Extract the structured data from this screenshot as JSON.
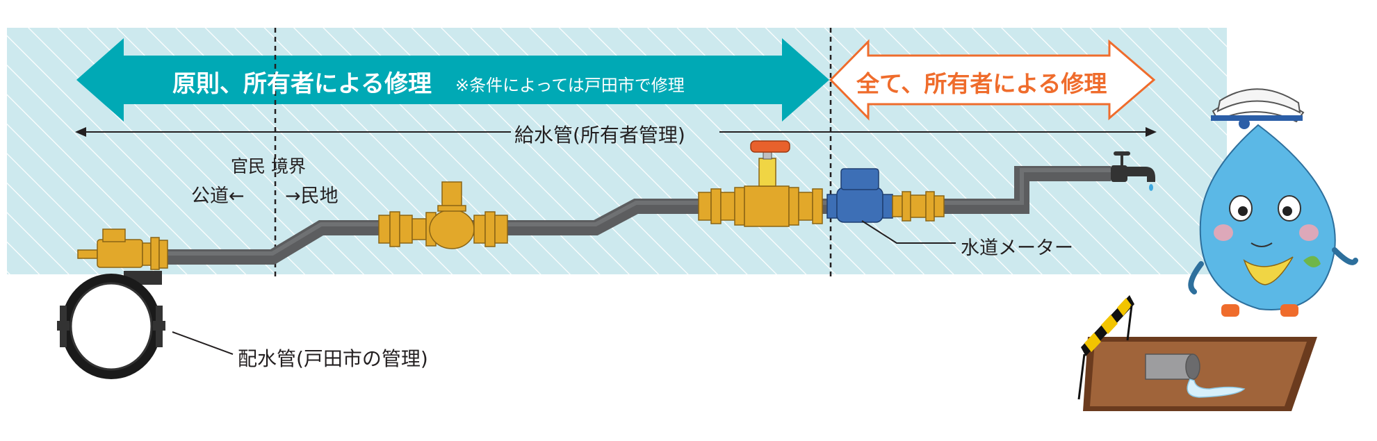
{
  "left_arrow": {
    "main": "原則、所有者による修理",
    "note": "※条件によっては戸田市で修理",
    "color": "#00a9b5"
  },
  "right_arrow": {
    "main": "全て、所有者による修理",
    "color": "#ef6c2c"
  },
  "supply_pipe_label": "給水管(所有者管理)",
  "boundary": {
    "title": "官民 境界",
    "left": "公道←",
    "right": "→民地"
  },
  "meter_label": "水道メーター",
  "main_pipe_label": "配水管(戸田市の管理)",
  "colors": {
    "band": "#cde9ee",
    "brass": "#e2a82a",
    "pipe": "#5c5d5f",
    "meter": "#3d6fb6",
    "valve_handle": "#e8612c",
    "mascot": "#5bb8e6"
  },
  "icons": [
    "faucet-icon",
    "mascot-icon",
    "construction-barrier-icon",
    "leaking-pipe-icon"
  ]
}
